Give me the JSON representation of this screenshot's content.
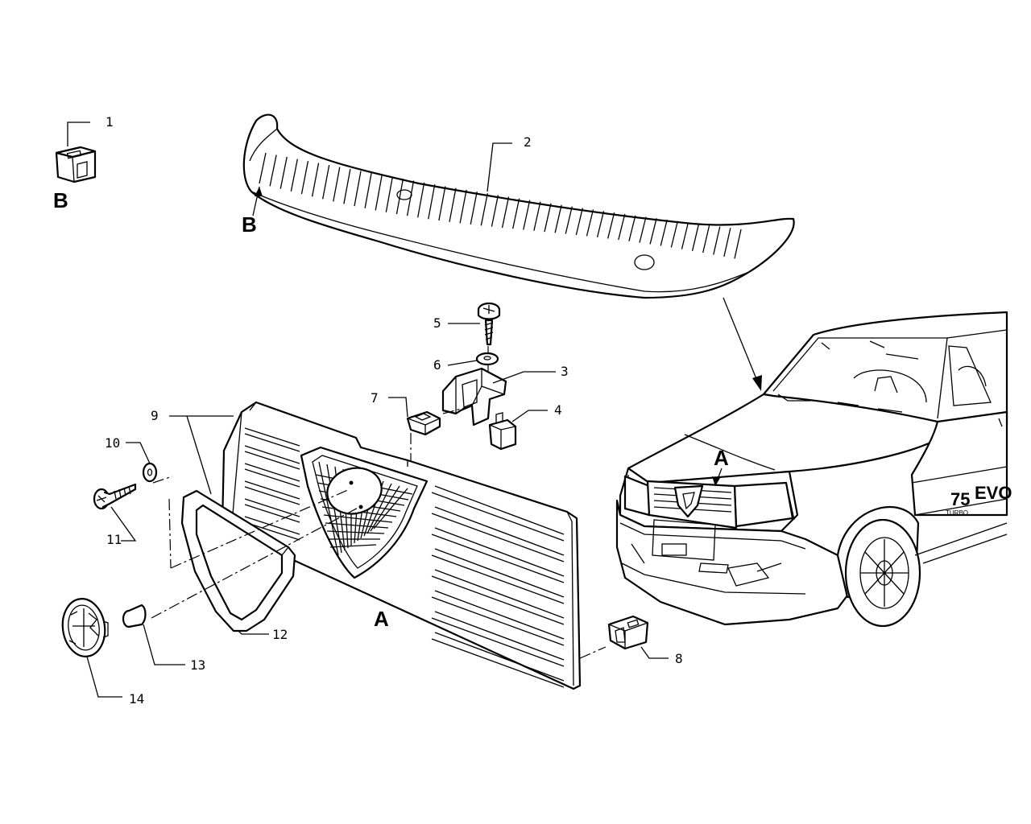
{
  "callouts": {
    "c1": "1",
    "c2": "2",
    "c3": "3",
    "c4": "4",
    "c5": "5",
    "c6": "6",
    "c7": "7",
    "c8": "8",
    "c9": "9",
    "c10": "10",
    "c11": "11",
    "c12": "12",
    "c13": "13",
    "c14": "14"
  },
  "view_labels": {
    "b_clip": "B",
    "b_panel": "B",
    "a_grille": "A",
    "a_car": "A"
  },
  "car_badge": {
    "model": "75",
    "variant": "EVO",
    "turbo": "TURBO"
  }
}
